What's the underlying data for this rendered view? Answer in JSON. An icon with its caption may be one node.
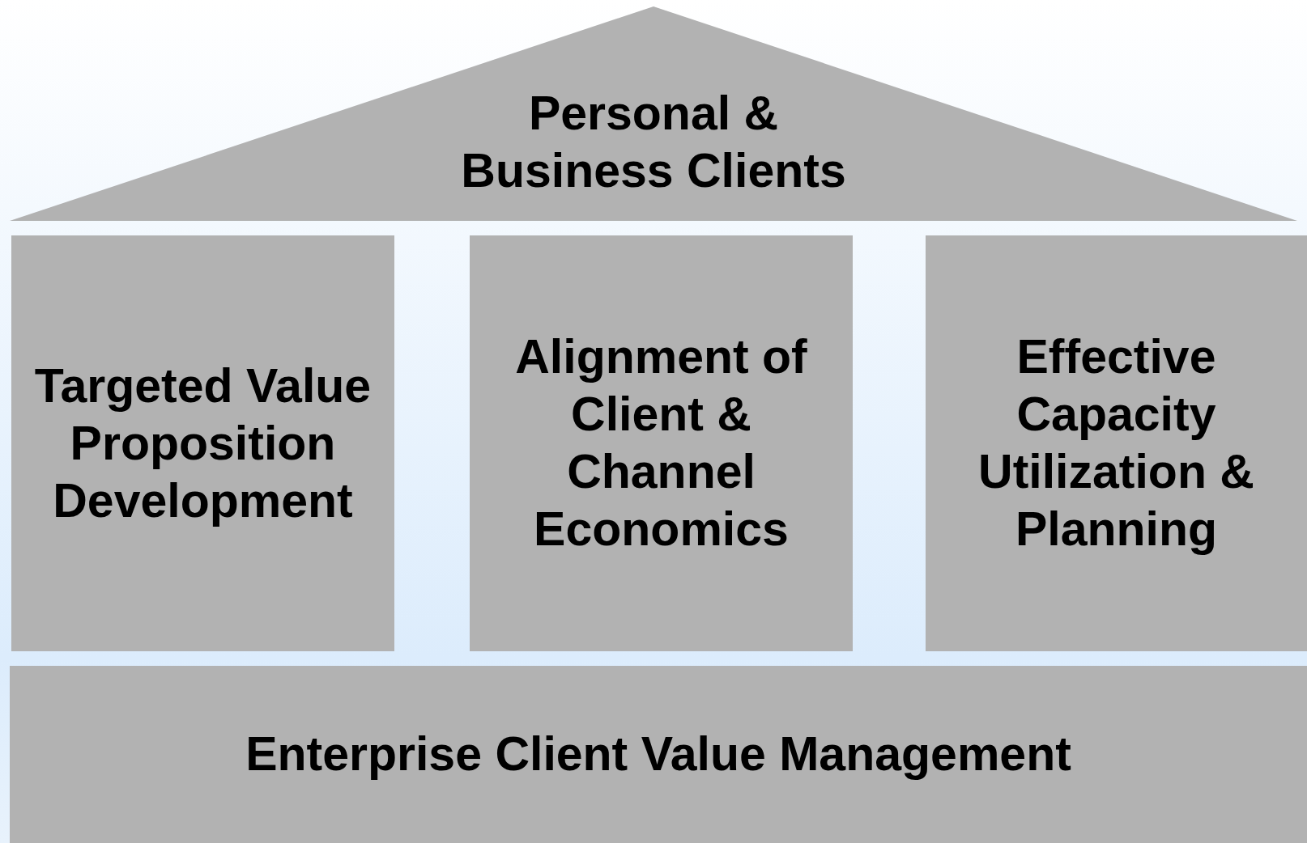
{
  "diagram": {
    "nodes": [
      {
        "text": [
          "Personal & Business Clients"
        ]
      },
      {
        "text": [
          "Targeted Value Proposition Development"
        ]
      },
      {
        "text": [
          "Alignment of Client & Channel Economics"
        ]
      },
      {
        "text": [
          "Effective Capacity Utilization & Planning"
        ]
      },
      {
        "text": [
          "Enterprise Client Value Management"
        ]
      }
    ],
    "edges": []
  }
}
